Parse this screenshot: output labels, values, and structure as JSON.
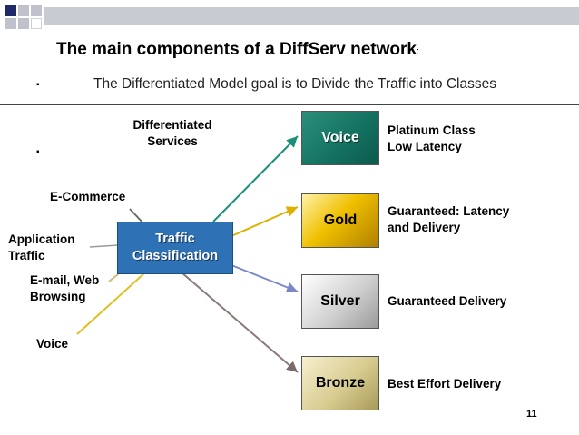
{
  "slide": {
    "title": "The main components of a DiffServ network",
    "title_suffix": ":",
    "bullet_char": "▪",
    "subtitle": "The Differentiated Model goal is to  Divide the Traffic into Classes",
    "page_number": "11"
  },
  "diagram": {
    "header_label_line1": "Differentiated",
    "header_label_line2": "Services",
    "center_line1": "Traffic",
    "center_line2": "Classification",
    "sources": {
      "ecommerce": "E-Commerce",
      "app_line1": "Application",
      "app_line2": "Traffic",
      "email_line1": "E-mail, Web",
      "email_line2": "Browsing",
      "voice": "Voice"
    },
    "classes": [
      {
        "name": "Voice",
        "desc_line1": "Platinum Class",
        "desc_line2": "Low Latency"
      },
      {
        "name": "Gold",
        "desc_line1": "Guaranteed: Latency",
        "desc_line2": "and Delivery"
      },
      {
        "name": "Silver",
        "desc_line1": "Guaranteed Delivery",
        "desc_line2": ""
      },
      {
        "name": "Bronze",
        "desc_line1": "Best Effort Delivery",
        "desc_line2": ""
      }
    ]
  },
  "colors": {
    "center": "#2e72b5",
    "voice": "#137060",
    "gold": "#f0c000",
    "silver": "#d0d0d0",
    "bronze": "#d8cc90",
    "arrow_voice": "#1a8f7a",
    "arrow_gold": "#e0b000",
    "arrow_silver": "#7a88c8",
    "arrow_bronze": "#8a7a7a"
  }
}
